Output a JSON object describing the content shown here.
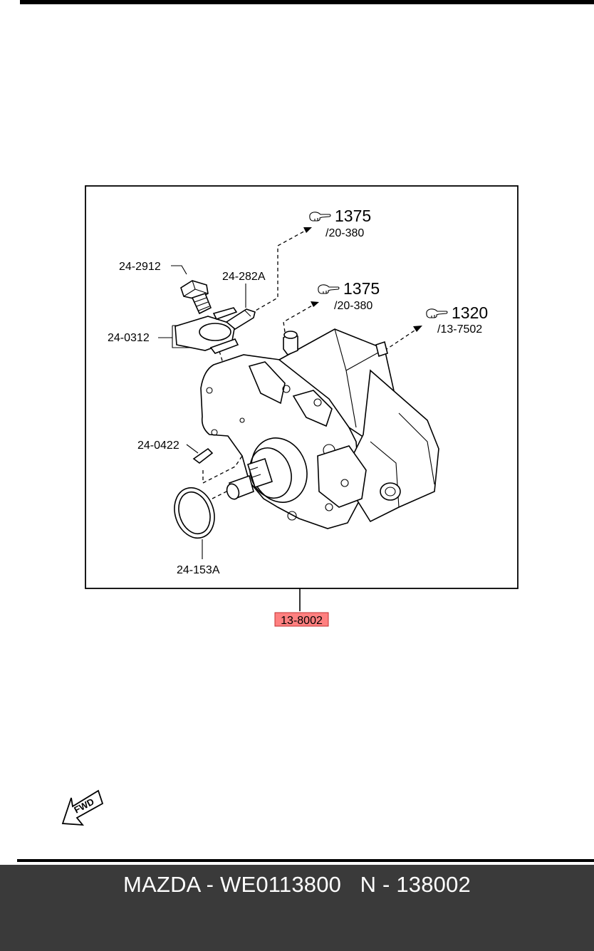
{
  "callouts": {
    "ref_1375_a": {
      "number": "1375",
      "sub": "/20-380"
    },
    "ref_1375_b": {
      "number": "1375",
      "sub": "/20-380"
    },
    "ref_1320": {
      "number": "1320",
      "sub": "/13-7502"
    }
  },
  "parts": {
    "bolt": "24-2912",
    "sensor": "24-282A",
    "bracket": "24-0312",
    "key": "24-0422",
    "o_ring": "24-153A"
  },
  "assembly_label": "13-8002",
  "assembly_highlight_color": "#ff8080",
  "footer": {
    "brand": "MAZDA",
    "part_number": "WE0113800",
    "prefix": "N",
    "catalog_number": "138002",
    "separator": " - ",
    "gap": "   "
  },
  "fwd_badge": "FWD",
  "icons": [
    "hand-pointer-icon",
    "fwd-arrow-icon"
  ]
}
